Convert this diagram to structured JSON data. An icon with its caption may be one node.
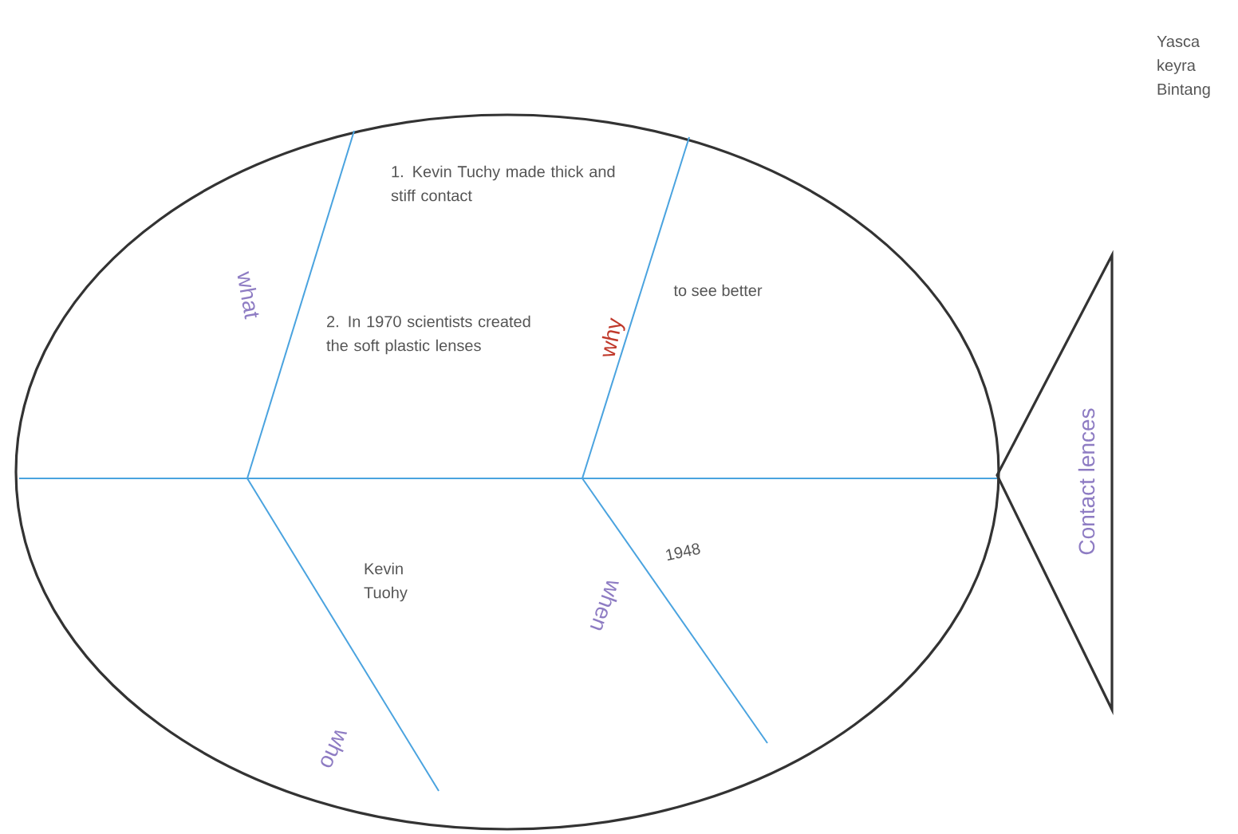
{
  "diagram": {
    "nodes": [
      {
        "text": [
          "Contact lences"
        ]
      }
    ],
    "labels": [
      "Yasca keyra Bintang",
      "what",
      "1. Kevin Tuchy made thick and stiff contact",
      "2. In 1970 scientists created the soft plastic lenses",
      "why",
      "to see better",
      "Kevin Tuohy",
      "who",
      "1948",
      "when"
    ]
  }
}
